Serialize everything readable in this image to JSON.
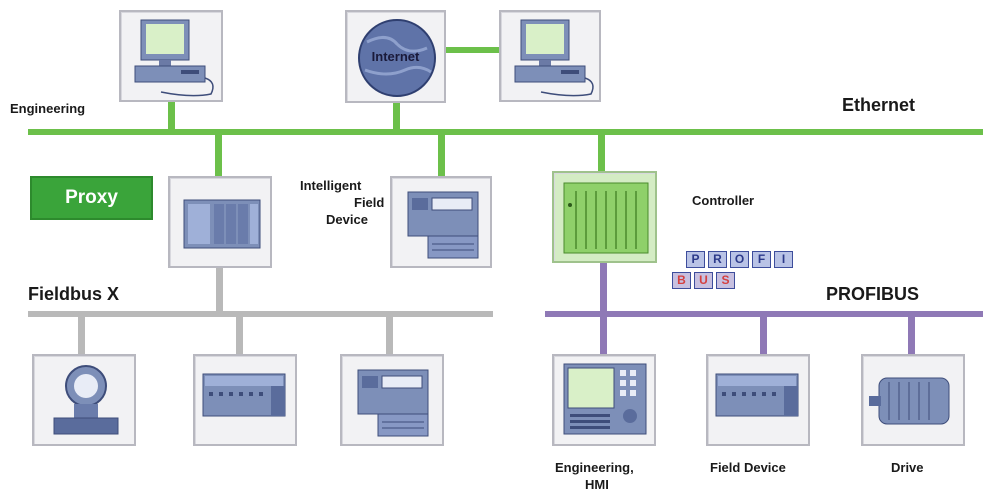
{
  "labels": {
    "engineering": "Engineering",
    "ethernet": "Ethernet",
    "internet": "Internet",
    "proxy": "Proxy",
    "intelligent_field_device": [
      "Intelligent",
      "Field",
      "Device"
    ],
    "controller": "Controller",
    "fieldbus_x": "Fieldbus X",
    "profibus": "PROFIBUS",
    "engineering_hmi": [
      "Engineering,",
      "HMI"
    ],
    "field_device": "Field Device",
    "drive": "Drive"
  },
  "logo": {
    "row1": [
      "P",
      "R",
      "O",
      "F",
      "I"
    ],
    "row2": [
      "B",
      "U",
      "S"
    ]
  },
  "colors": {
    "ethernet": "#6cc04a",
    "fieldbus": "#b9b9b9",
    "profibus": "#8f79b6",
    "proxy": "#3aa43a"
  }
}
